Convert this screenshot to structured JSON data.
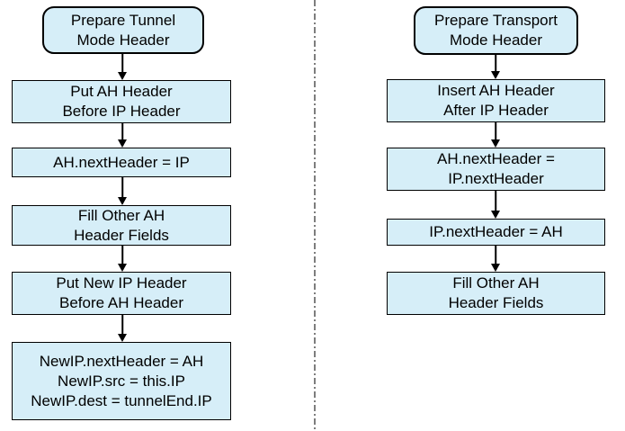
{
  "diagram": {
    "colors": {
      "node_fill": "#d6eef8",
      "node_border": "#000000",
      "arrow": "#000000",
      "divider": "#7d7d7d",
      "background": "#ffffff",
      "text": "#000000"
    },
    "flows": [
      {
        "name": "tunnel-mode",
        "nodes": [
          {
            "shape": "rounded",
            "lines": [
              "Prepare Tunnel",
              "Mode Header"
            ]
          },
          {
            "shape": "rect",
            "lines": [
              "Put AH Header",
              "Before IP Header"
            ]
          },
          {
            "shape": "rect",
            "lines": [
              "AH.nextHeader = IP"
            ]
          },
          {
            "shape": "rect",
            "lines": [
              "Fill Other AH",
              "Header Fields"
            ]
          },
          {
            "shape": "rect",
            "lines": [
              "Put New IP Header",
              "Before AH Header"
            ]
          },
          {
            "shape": "rect",
            "lines": [
              "NewIP.nextHeader = AH",
              "NewIP.src = this.IP",
              "NewIP.dest = tunnelEnd.IP"
            ]
          }
        ]
      },
      {
        "name": "transport-mode",
        "nodes": [
          {
            "shape": "rounded",
            "lines": [
              "Prepare Transport",
              "Mode Header"
            ]
          },
          {
            "shape": "rect",
            "lines": [
              "Insert AH Header",
              "After IP Header"
            ]
          },
          {
            "shape": "rect",
            "lines": [
              "AH.nextHeader =",
              "IP.nextHeader"
            ]
          },
          {
            "shape": "rect",
            "lines": [
              "IP.nextHeader = AH"
            ]
          },
          {
            "shape": "rect",
            "lines": [
              "Fill Other AH",
              "Header Fields"
            ]
          }
        ]
      }
    ]
  }
}
